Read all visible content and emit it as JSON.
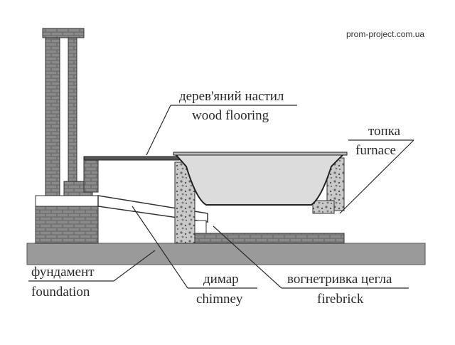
{
  "site": "prom-project.com.ua",
  "labels": {
    "flooring_ua": "дерев'яний настил",
    "flooring_en": "wood flooring",
    "furnace_ua": "топка",
    "furnace_en": "furnace",
    "foundation_ua": "фундамент",
    "foundation_en": "foundation",
    "chimney_ua": "димар",
    "chimney_en": "chimney",
    "firebrick_ua": "вогнетривка цегла",
    "firebrick_en": "firebrick"
  },
  "colors": {
    "ink": "#2a2a2a",
    "brick_fill": "#6b6b6b",
    "brick_dark": "#3a3a3a",
    "ground": "#9a9a9a",
    "tub": "#dcdcdc",
    "rubble": "#bdbdbd"
  }
}
